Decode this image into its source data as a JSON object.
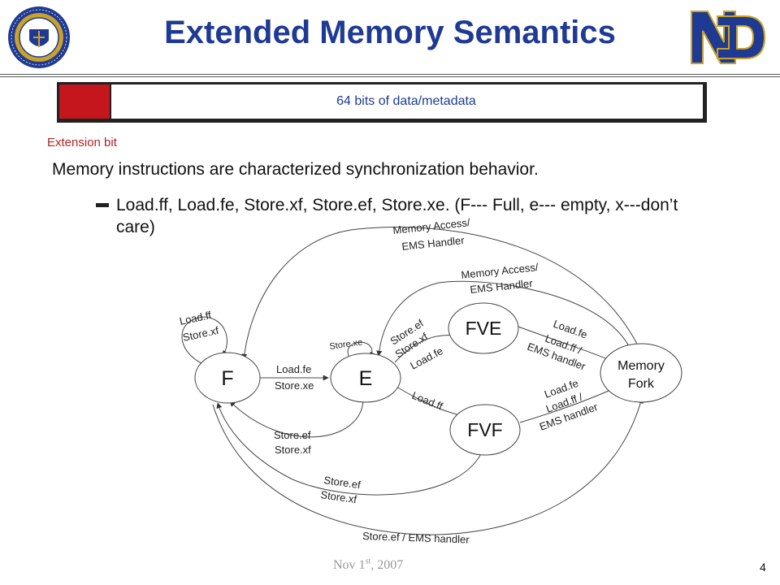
{
  "header": {
    "title": "Extended Memory Semantics",
    "seal_text": "SIGILLUM UNIVERSITATIS DOMINAE NOSTRAE A LACU",
    "logo_text": "ND"
  },
  "word_box": {
    "data_label": "64 bits of data/metadata",
    "extension_label": "Extension bit",
    "extension_color": "#c4161c"
  },
  "bullets": {
    "main": "Memory instructions are characterized synchronization behavior.",
    "sub": "Load.ff, Load.fe, Store.xf, Store.ef, Store.xe. (F--- Full, e--- empty, x---don’t care)"
  },
  "diagram": {
    "states": {
      "F": "F",
      "E": "E",
      "FVE": "FVE",
      "FVF": "FVF",
      "memory_fork_line1": "Memory",
      "memory_fork_line2": "Fork"
    },
    "edges": {
      "f_self_1": "Load.ff",
      "f_self_2": "Store.xf",
      "f_to_e_1": "Load.fe",
      "f_to_e_2": "Store.xe",
      "e_self": "Store.xe",
      "e_to_fve_1": "Store.ef",
      "e_to_fve_2": "Store.xf",
      "e_to_fve_3": "Load.fe",
      "e_to_fvf": "Load.ff",
      "e_to_f_1": "Store.ef",
      "e_to_f_2": "Store.xf",
      "fve_to_fork_1": "Load.fe",
      "fve_to_fork_2": "Load.ff /",
      "fve_to_fork_3": "EMS handler",
      "fvf_to_fork_1": "Load.fe",
      "fvf_to_fork_2": "Load.ff /",
      "fvf_to_fork_3": "EMS handler",
      "fork_to_f_1": "Memory Access/",
      "fork_to_f_2": "EMS Handler",
      "fork_to_e_1": "Memory Access/",
      "fork_to_e_2": "EMS Handler",
      "fvf_to_f_1": "Store.ef",
      "fvf_to_f_2": "Store.xf",
      "f_to_fork": "Store.ef / EMS handler"
    }
  },
  "footer": {
    "date": "Nov 1st, 2007",
    "page": "4"
  }
}
